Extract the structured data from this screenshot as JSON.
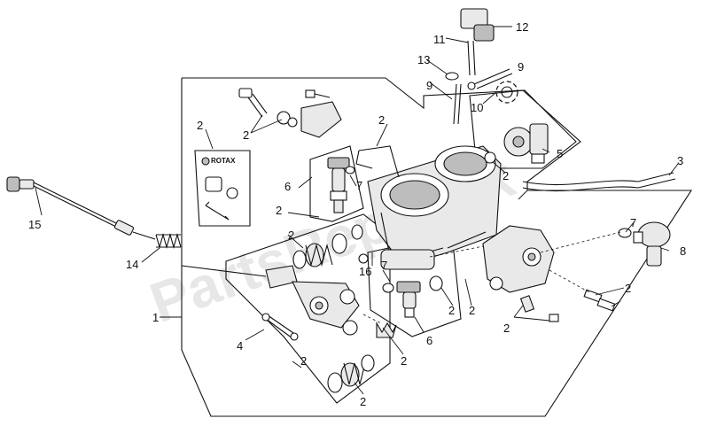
{
  "diagram": {
    "watermark": "PartsRepublik",
    "rotax_label": "ROTAX",
    "callouts": {
      "c1": "1",
      "c2_top": "2",
      "c2_rotax": "2",
      "c2_body": "2",
      "c2_left_a": "2",
      "c2_left_b": "2",
      "c2_right_tps": "2",
      "c2_lower_mid": "2",
      "c2_lower_mid2": "2",
      "c2_bottom_a": "2",
      "c2_bottom_b": "2",
      "c2_bottom_c": "2",
      "c2_pump_a": "2",
      "c2_pump_b": "2",
      "c3": "3",
      "c4": "4",
      "c5": "5",
      "c6_top": "6",
      "c6_bottom": "6",
      "c7_top": "7",
      "c7_bottom": "7",
      "c7_right": "7",
      "c8": "8",
      "c9_right": "9",
      "c9_left": "9",
      "c10": "10",
      "c11": "11",
      "c12": "12",
      "c13": "13",
      "c14": "14",
      "c15": "15",
      "c16": "16"
    }
  }
}
